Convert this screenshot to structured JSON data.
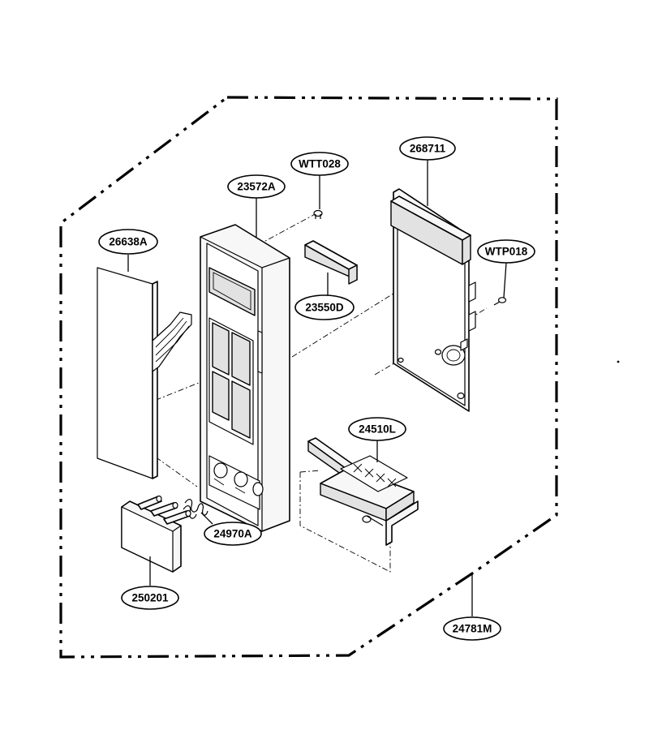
{
  "callouts": [
    {
      "id": "c-268711",
      "label": "268711"
    },
    {
      "id": "c-WTT028",
      "label": "WTT028"
    },
    {
      "id": "c-23572A",
      "label": "23572A"
    },
    {
      "id": "c-26638A",
      "label": "26638A"
    },
    {
      "id": "c-WTP018",
      "label": "WTP018"
    },
    {
      "id": "c-23550D",
      "label": "23550D"
    },
    {
      "id": "c-24510L",
      "label": "24510L"
    },
    {
      "id": "c-24970A",
      "label": "24970A"
    },
    {
      "id": "c-250201",
      "label": "250201"
    },
    {
      "id": "c-24781M",
      "label": "24781M"
    }
  ],
  "colors": {
    "line": "#000000",
    "background": "#ffffff",
    "part_fill": "#f7f7f7"
  }
}
